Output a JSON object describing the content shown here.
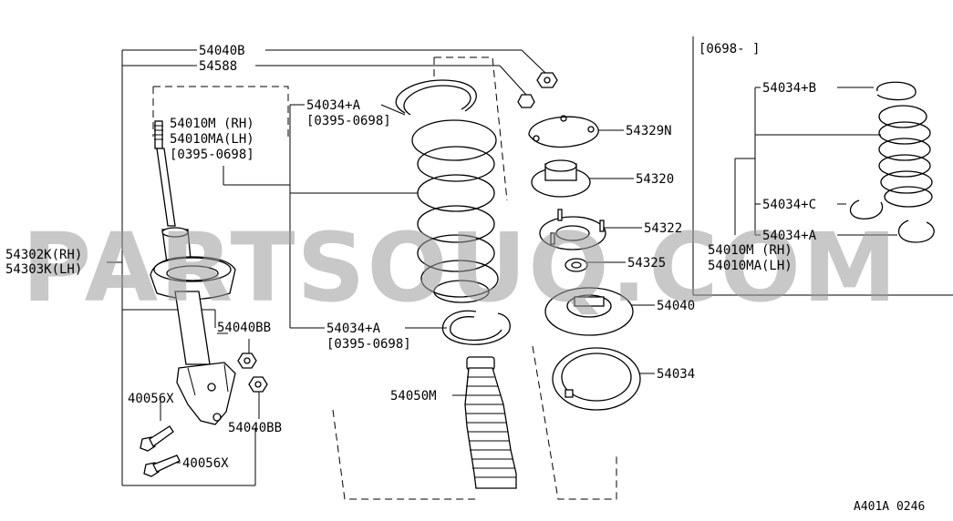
{
  "watermark": "PARTSOUQ.COM",
  "figure_code": "A401A 0246",
  "inset": {
    "date_range": "[0698-    ]",
    "labels": {
      "spring_b": "54034+B",
      "spring_c": "54034+C",
      "spring_a": "54034+A",
      "strut_rh": "54010M (RH)",
      "strut_lh": "54010MA(LH)"
    }
  },
  "labels": {
    "bolt_top": "54040B",
    "washer_top": "54588",
    "strut_rh": "54010M (RH)",
    "strut_lh": "54010MA(LH)",
    "strut_range": "[0395-0698]",
    "seat_upper": "54034+A",
    "seat_upper_range": "[0395-0698]",
    "seat_lower": "54034+A",
    "seat_lower_range": "[0395-0698]",
    "mount_plate": "54329N",
    "mount_insulator": "54320",
    "mount_bracket": "54322",
    "bearing": "54325",
    "upper_seat": "54040",
    "lower_seat": "54034",
    "bound_bumper": "54050M",
    "shock_rh": "54302K(RH)",
    "shock_lh": "54303K(LH)",
    "nut_upper": "54040BB",
    "nut_lower": "54040BB",
    "bolt_a": "40056X",
    "bolt_b": "40056X"
  }
}
